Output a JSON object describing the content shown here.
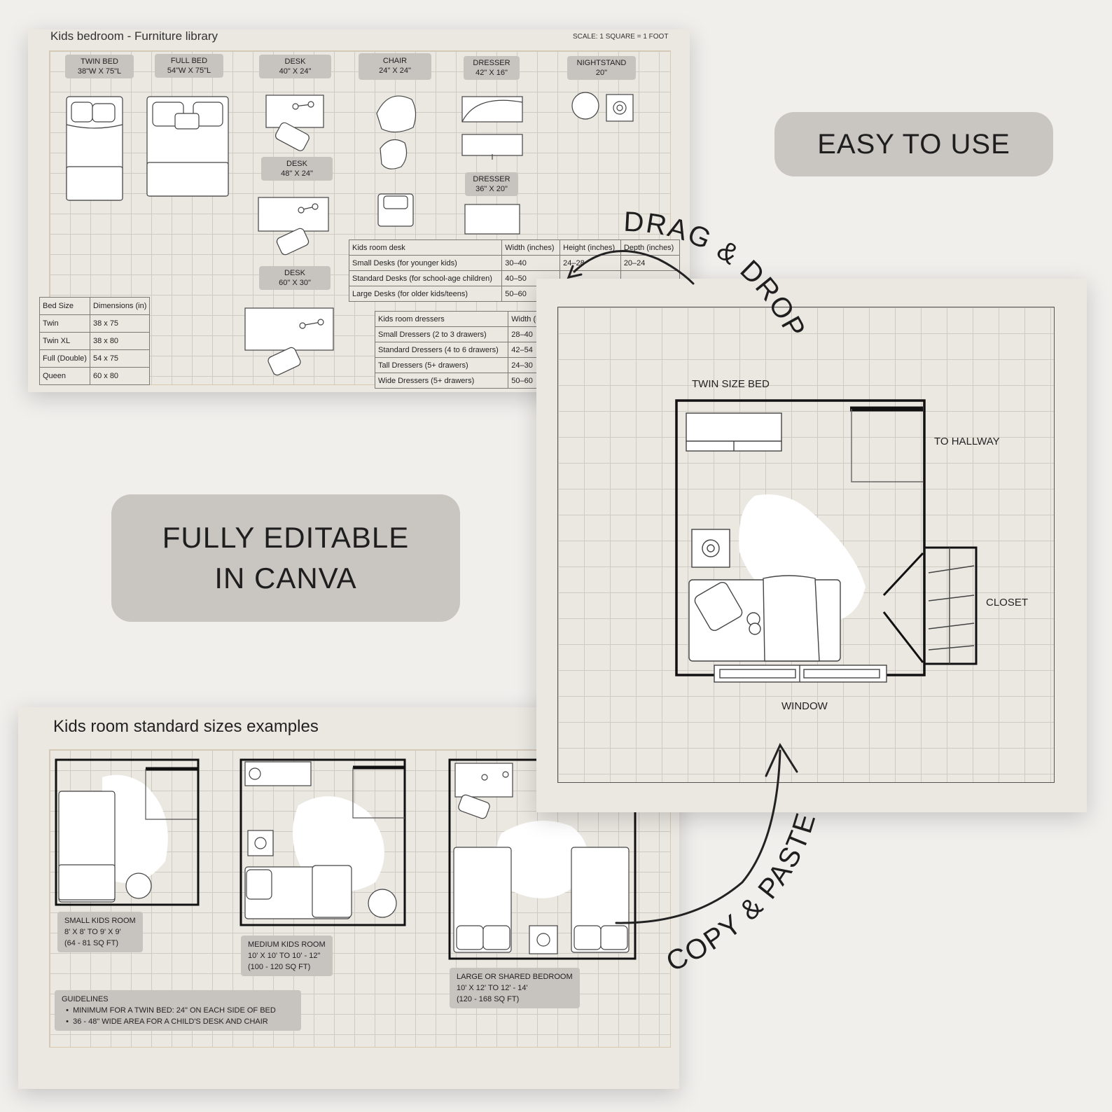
{
  "library": {
    "title": "Kids bedroom - Furniture library",
    "scale": "SCALE: 1 SQUARE = 1 FOOT",
    "labels": {
      "twin_bed": [
        "TWIN BED",
        "38\"W X 75\"L"
      ],
      "full_bed": [
        "FULL BED",
        "54\"W X 75\"L"
      ],
      "desk1": [
        "DESK",
        "40\" X 24\""
      ],
      "chair": [
        "CHAIR",
        "24\" X 24\""
      ],
      "dresser1": [
        "DRESSER",
        "42\" X 16\""
      ],
      "nightstand": [
        "NIGHTSTAND",
        "20\""
      ],
      "desk2": [
        "DESK",
        "48\" X 24\""
      ],
      "dresser2": [
        "DRESSER",
        "36\" X 20\""
      ],
      "desk3": [
        "DESK",
        "60\" X 30\""
      ]
    },
    "desk_table": {
      "headers": [
        "Kids room desk",
        "Width (inches)",
        "Height (inches)",
        "Depth (inches)"
      ],
      "rows": [
        [
          "Small Desks (for younger kids)",
          "30–40",
          "24–28",
          "20–24"
        ],
        [
          "Standard Desks (for school-age children)",
          "40–50",
          "",
          ""
        ],
        [
          "Large Desks (for older kids/teens)",
          "50–60",
          "",
          ""
        ]
      ]
    },
    "bed_table": {
      "headers": [
        "Bed Size",
        "Dimensions (in)"
      ],
      "rows": [
        [
          "Twin",
          "38 x 75"
        ],
        [
          "Twin XL",
          "38 x 80"
        ],
        [
          "Full (Double)",
          "54 x 75"
        ],
        [
          "Queen",
          "60 x 80"
        ]
      ]
    },
    "dresser_table": {
      "headers": [
        "Kids room dressers",
        "Width (i"
      ],
      "rows": [
        [
          "Small Dressers (2 to 3 drawers)",
          "28–40"
        ],
        [
          "Standard Dressers (4 to 6 drawers)",
          "42–54"
        ],
        [
          "Tall Dressers (5+ drawers)",
          "24–30"
        ],
        [
          "Wide Dressers (5+ drawers)",
          "50–60"
        ]
      ]
    }
  },
  "callouts": {
    "easy": "EASY TO USE",
    "editable_line1": "FULLY EDITABLE",
    "editable_line2": "IN CANVA",
    "drag_drop": "DRAG & DROP",
    "copy_paste": "COPY & PASTE"
  },
  "floorplan": {
    "bed_label": "TWIN SIZE BED",
    "hallway": "TO HALLWAY",
    "closet": "CLOSET",
    "window": "WINDOW"
  },
  "examples": {
    "title": "Kids room standard sizes examples",
    "small": [
      "SMALL KIDS ROOM",
      "8' X 8' TO 9' X 9'",
      "(64 - 81 SQ FT)"
    ],
    "medium": [
      "MEDIUM KIDS ROOM",
      "10' X 10' TO 10' - 12\"",
      "(100 - 120 SQ FT)"
    ],
    "large": [
      "LARGE OR SHARED BEDROOM",
      "10' X 12' TO 12' - 14'",
      "(120 - 168 SQ FT)"
    ],
    "guidelines_title": "GUIDELINES",
    "guidelines": [
      "MINIMUM FOR A TWIN BED: 24\" ON EACH SIDE OF BED",
      "36 - 48\" WIDE AREA FOR A CHILD'S DESK AND CHAIR"
    ]
  },
  "colors": {
    "background": "#f1efec",
    "sheet": "#ebe8e2",
    "pill": "#c9c6c2",
    "grid": "#cfcac2",
    "ink": "#1e1e1e"
  }
}
